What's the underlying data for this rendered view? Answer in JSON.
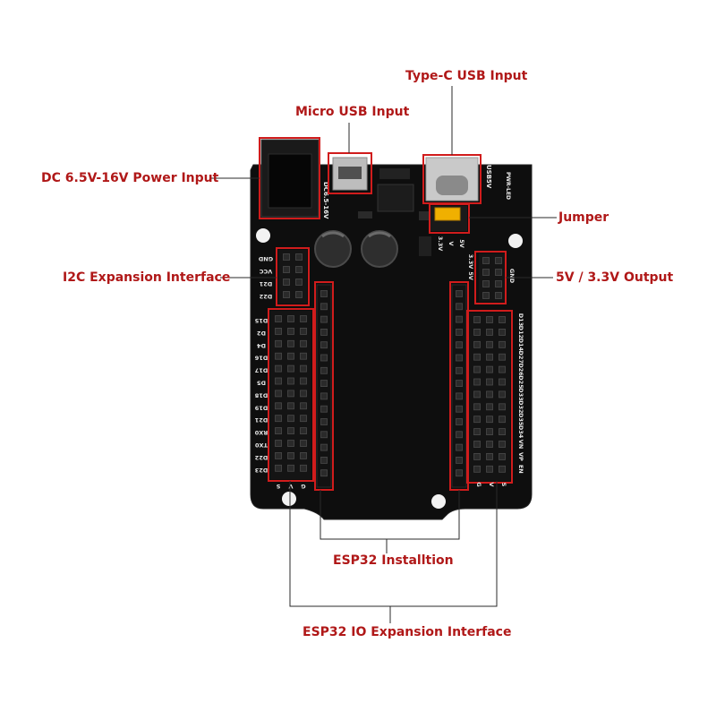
{
  "colors": {
    "callout_text": "#b01818",
    "leader_line": "#2a2a2a",
    "highlight_box": "#d01c1c",
    "board": "#0e0e0e",
    "silkscreen": "#f0f0f0",
    "jumper": "#f0b000"
  },
  "callouts": {
    "type_c": "Type-C USB Input",
    "micro_usb": "Micro USB Input",
    "dc_power": "DC 6.5V-16V Power Input",
    "jumper": "Jumper",
    "i2c": "I2C Expansion Interface",
    "output": "5V / 3.3V Output",
    "esp32_install": "ESP32 Installtion",
    "esp32_io": "ESP32 IO Expansion Interface"
  },
  "board": {
    "dc_jack_label": "DC6.5-16V",
    "usb_label": "USB5V",
    "pwr_led_label": "PWR-LED",
    "i2c_pins": [
      "GND",
      "VCC",
      "D21",
      "D22"
    ],
    "left_pins": [
      "D15",
      "D2",
      "D4",
      "D16",
      "D17",
      "D5",
      "D18",
      "D19",
      "D21",
      "RX0",
      "TX0",
      "D22",
      "D23"
    ],
    "left_header": [
      "S",
      "V",
      "G"
    ],
    "right_pins": [
      "D13",
      "D12",
      "D14",
      "D27",
      "D26",
      "D25",
      "D33",
      "D32",
      "D35",
      "D34",
      "VN",
      "VP",
      "EN"
    ],
    "right_header": [
      "G",
      "V",
      "S"
    ],
    "jumper_pins": [
      "3.3V",
      "V",
      "5V"
    ],
    "output_pins": [
      "5V",
      "3.3V",
      "GND"
    ]
  }
}
